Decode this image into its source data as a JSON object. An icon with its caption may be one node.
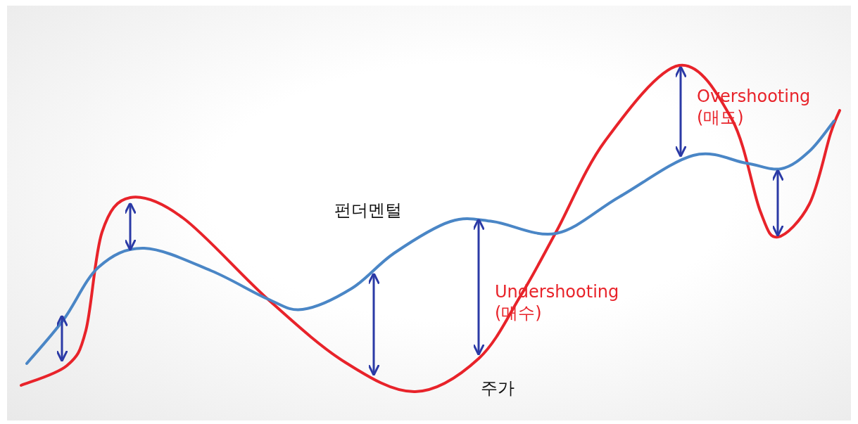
{
  "diagram": {
    "labels": [
      "Overshooting (매도)",
      "펀더멘털",
      "Undershooting (매수)",
      "주가"
    ]
  }
}
